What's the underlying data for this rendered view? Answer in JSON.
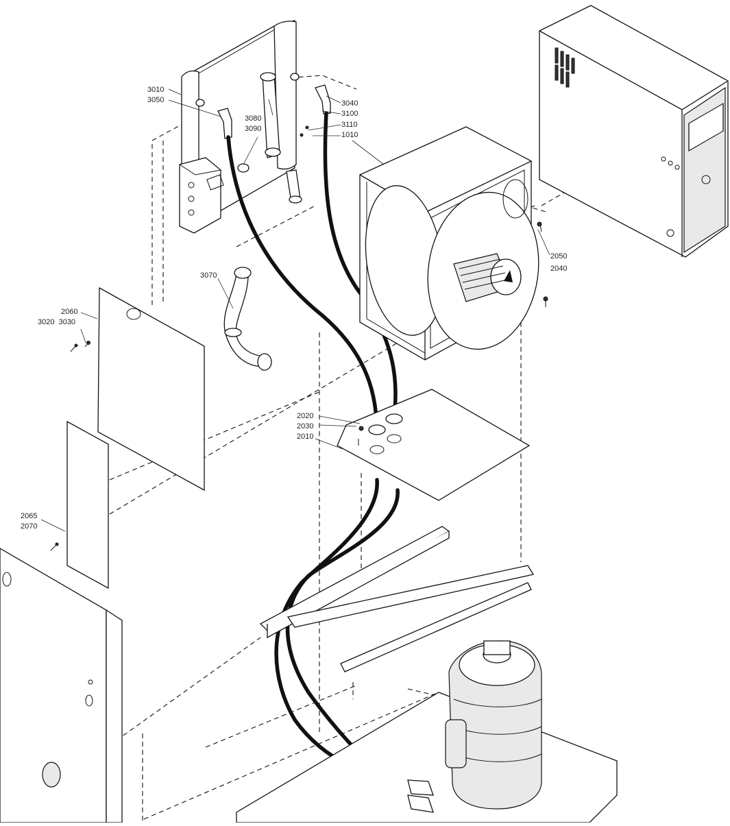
{
  "callouts": {
    "c3010": "3010",
    "c3050": "3050",
    "c3080": "3080",
    "c3090": "3090",
    "c3040": "3040",
    "c3100": "3100",
    "c3110": "3110",
    "c1010": "1010",
    "c3070": "3070",
    "c2050": "2050",
    "c2040": "2040",
    "c2060": "2060",
    "c3020_3030": "3020  3030",
    "c2020": "2020",
    "c2030": "2030",
    "c2010": "2010",
    "c2065": "2065",
    "c2070": "2070"
  }
}
